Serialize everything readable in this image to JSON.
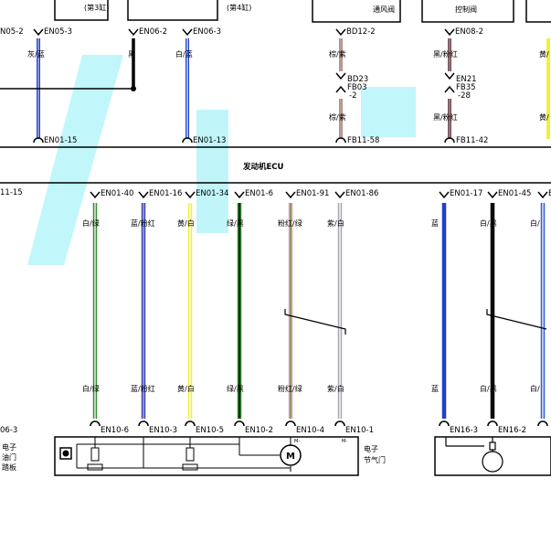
{
  "top": {
    "boxes": [
      {
        "text1": "(第3缸)"
      },
      {
        "text1": "(第4缸)"
      },
      {
        "text1": "通风阀"
      },
      {
        "text1": "控制阀"
      }
    ],
    "wires": [
      {
        "upper": "EN05-3",
        "left_upper": "N05-2",
        "color": "灰/蓝",
        "lower": "EN01-15"
      },
      {
        "upper": "EN06-2",
        "color": "黑"
      },
      {
        "upper": "EN06-3",
        "color": "白/蓝",
        "lower": "EN01-13"
      },
      {
        "upper": "BD12-2",
        "color": "棕/紫",
        "mid1": "BD23",
        "mid2": "FB03",
        "mid3": "-2",
        "color2": "棕/紫",
        "lower": "FB11-58"
      },
      {
        "upper": "EN08-2",
        "color": "黑/粉红",
        "mid1": "EN21",
        "mid2": "FB35",
        "mid3": "-28",
        "color2": "黑/粉红",
        "lower": "FB11-42"
      },
      {
        "color": "黄/",
        "color2": "黄/"
      }
    ]
  },
  "ecu_label": "发动机ECU",
  "left_stub": "11-15",
  "main": {
    "wires": [
      {
        "top_pin": "EN01-40",
        "color_top": "白/绿",
        "color_bot": "白/绿",
        "bot_pin": "EN10-6",
        "colors": [
          "#3a8f3a",
          "#ffffff"
        ]
      },
      {
        "top_pin": "EN01-16",
        "color_top": "蓝/粉红",
        "color_bot": "蓝/粉红",
        "bot_pin": "EN10-3",
        "colors": [
          "#2f4fc4",
          "#e6a0b8"
        ]
      },
      {
        "top_pin": "EN01-34",
        "color_top": "黄/白",
        "color_bot": "黄/白",
        "bot_pin": "EN10-5",
        "colors": [
          "#f2ef40",
          "#ffffff"
        ]
      },
      {
        "top_pin": "EN01-6",
        "color_top": "绿/黑",
        "color_bot": "绿/黑",
        "bot_pin": "EN10-2",
        "colors": [
          "#2f8a2f",
          "#000000"
        ]
      },
      {
        "top_pin": "EN01-91",
        "color_top": "粉红/绿",
        "color_bot": "粉红/绿",
        "bot_pin": "EN10-4",
        "colors": [
          "#e6a0b8",
          "#5a9a3a"
        ]
      },
      {
        "top_pin": "EN01-86",
        "color_top": "紫/白",
        "color_bot": "紫/白",
        "bot_pin": "EN10-1",
        "colors": [
          "#a8a8b8",
          "#ffffff"
        ]
      },
      {
        "top_pin": "EN01-17",
        "color_top": "蓝",
        "color_bot": "蓝",
        "bot_pin": "EN16-3",
        "colors": [
          "#1f3fd0",
          "#1f3fd0"
        ]
      },
      {
        "top_pin": "EN01-45",
        "color_top": "白/黑",
        "color_bot": "白/黑",
        "bot_pin": "EN16-2",
        "colors": [
          "#000000",
          "#111111"
        ]
      },
      {
        "top_pin": "EN",
        "color_top": "白/",
        "color_bot": "白/",
        "bot_pin": "",
        "colors": [
          "#2f5fd0",
          "#ffffff"
        ]
      }
    ]
  },
  "bottom": {
    "left_pin": "06-3",
    "left_label_1": "电子",
    "left_label_2": "油门",
    "left_label_3": "踏板",
    "throttle_label_1": "电子",
    "throttle_label_2": "节气门",
    "motor": "M",
    "mini_label": "M-",
    "mini_label_2": "M-"
  },
  "palette": {
    "blue": "#1f3fd0",
    "green": "#3a8f3a",
    "yellow": "#f2ef40",
    "pink": "#e6a0b8",
    "cyan_watermark": "#66e6f0"
  }
}
